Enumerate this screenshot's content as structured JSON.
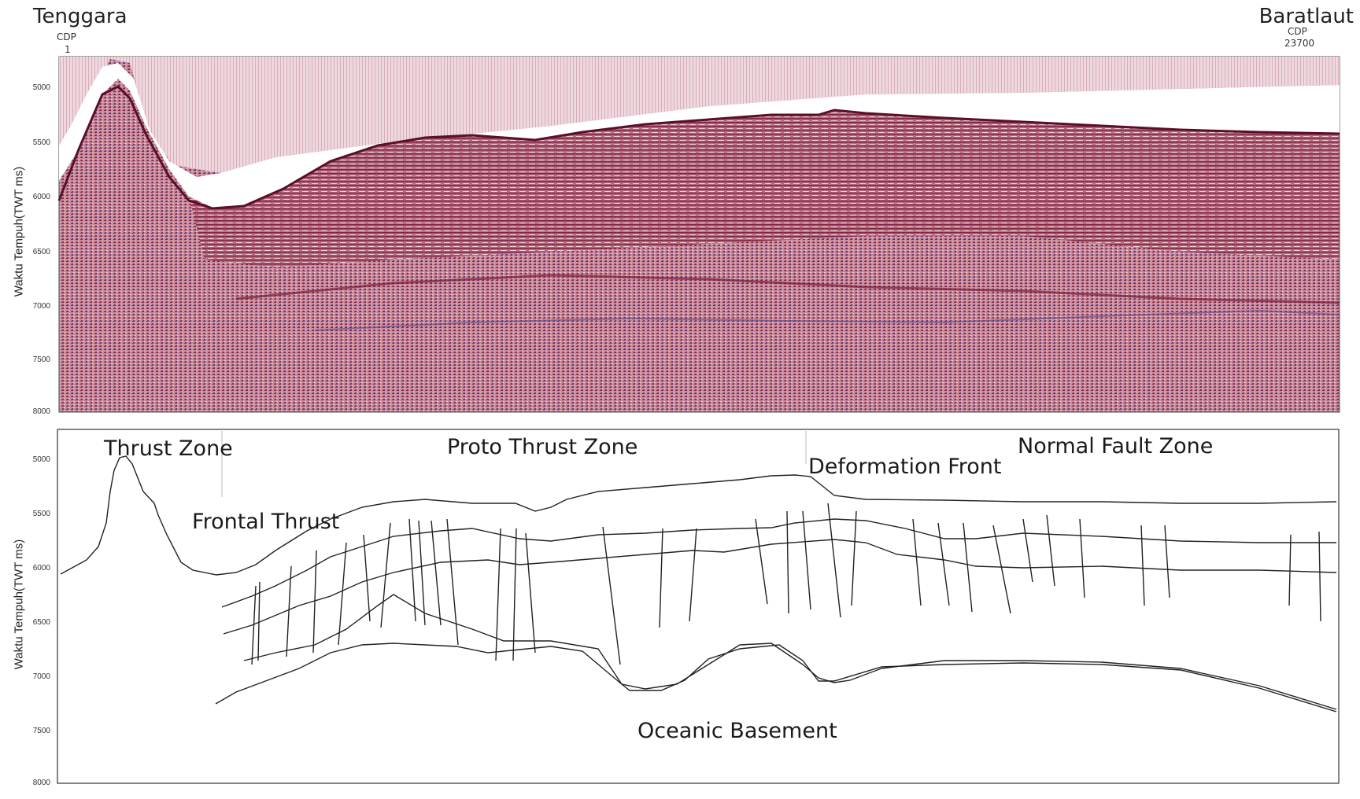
{
  "header": {
    "left_direction": "Tenggara",
    "right_direction": "Baratlaut",
    "left_cdp_label": "CDP",
    "left_cdp_value": "1",
    "right_cdp_label": "CDP",
    "right_cdp_value": "23700"
  },
  "seismic_panel": {
    "y_axis_label": "Waktu Tempuh(TWT ms)",
    "y_ticks": [
      "5000",
      "5500",
      "6000",
      "6500",
      "7000",
      "7500",
      "8000"
    ]
  },
  "interpretation_panel": {
    "y_axis_label": "Waktu Tempuh(TWT ms)",
    "y_ticks": [
      "5000",
      "5500",
      "6000",
      "6500",
      "7000",
      "7500",
      "8000"
    ],
    "zones": {
      "thrust_zone": "Thrust Zone",
      "proto_thrust_zone": "Proto Thrust Zone",
      "normal_fault_zone": "Normal Fault Zone",
      "deformation_front": "Deformation Front",
      "frontal_thrust": "Frontal  Thrust",
      "oceanic_basement": "Oceanic Basement"
    }
  },
  "colors": {
    "seismic_red": "#a0304a",
    "seismic_blue": "#3a3a8a",
    "water": "#ffffff",
    "line": "#222222"
  }
}
